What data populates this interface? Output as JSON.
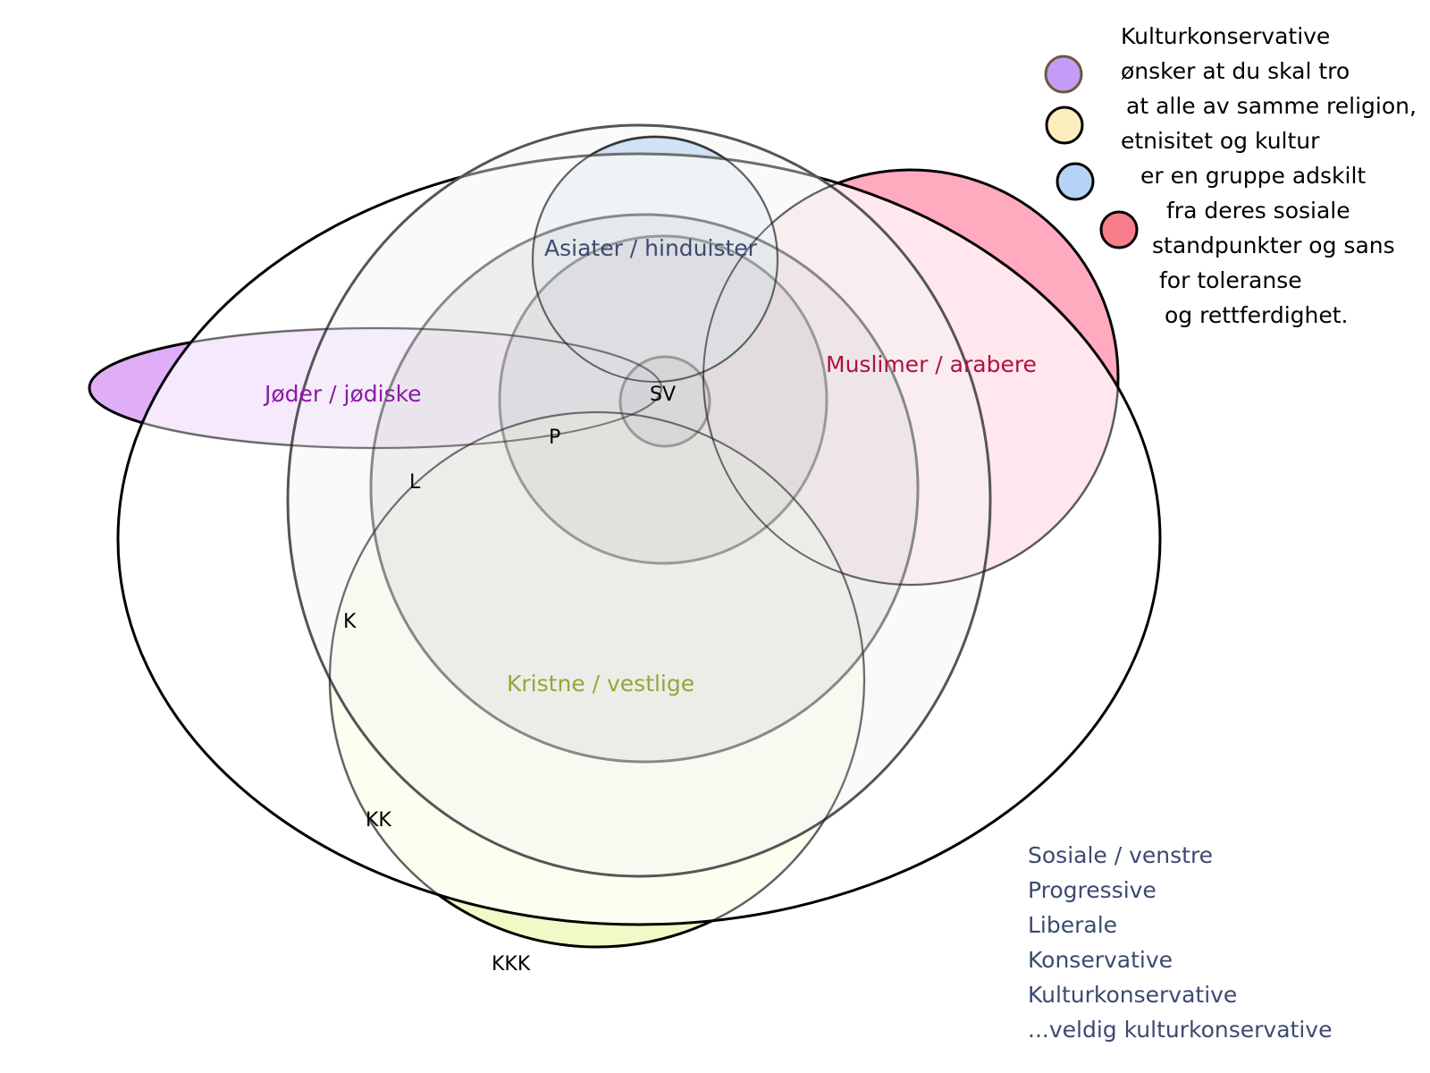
{
  "groups": {
    "jews": {
      "label": "Jøder / jødiske",
      "color": "#8a1aa6"
    },
    "asians": {
      "label": "Asiater / hinduister",
      "color": "#3b4a70"
    },
    "muslims": {
      "label": "Muslimer / arabere",
      "color": "#b01040"
    },
    "christians": {
      "label": "Kristne / vestlige",
      "color": "#94a63a"
    }
  },
  "levels": {
    "sv": "SV",
    "p": "P",
    "l": "L",
    "k": "K",
    "kk": "KK",
    "kkk": "KKK"
  },
  "note_lines": [
    "Kulturkonservative",
    "ønsker at du skal tro",
    "at alle av samme religion,",
    "etnisitet og kultur",
    "er en gruppe adskilt",
    "fra deres sosiale",
    "standpunkter og sans",
    "for toleranse",
    "og rettferdighet."
  ],
  "legend_dots": [
    {
      "name": "purple-dot",
      "color": "#c49cf7"
    },
    {
      "name": "yellow-dot",
      "color": "#fbeebb"
    },
    {
      "name": "blue-dot",
      "color": "#b5d3f5"
    },
    {
      "name": "red-dot",
      "color": "#f77d8a"
    }
  ],
  "key_lines": [
    "Sosiale / venstre",
    "Progressive",
    "Liberale",
    "Konservative",
    "Kulturkonservative",
    "...veldig kulturkonservative"
  ],
  "key_color": "#3b4a70"
}
